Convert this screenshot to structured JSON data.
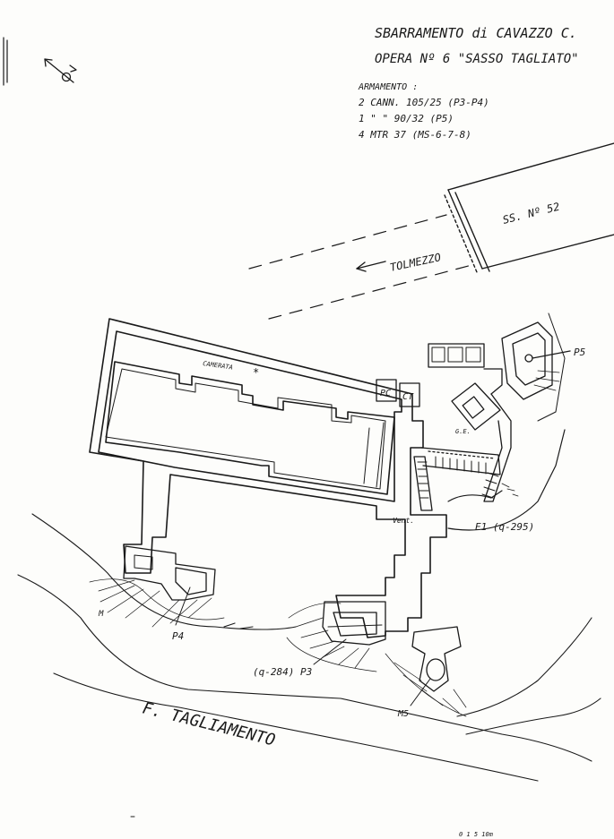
{
  "header": {
    "title": "SBARRAMENTO di CAVAZZO C.",
    "subtitle": "OPERA Nº 6 \"SASSO TAGLIATO\"",
    "armament_heading": "ARMAMENTO :",
    "armament_lines": [
      "2 CANN. 105/25 (P3-P4)",
      "1 \" \" 90/32 (P5)",
      "4 MTR 37 (MS-6-7-8)"
    ]
  },
  "road": {
    "label": "SS. Nº 52",
    "direction": "TOLMEZZO"
  },
  "rooms": {
    "camerata": "CAMERATA",
    "pc": "PC",
    "ct": "CT",
    "ge": "G.E.",
    "vent": "Vent."
  },
  "positions": {
    "p3": "(q-284) P3",
    "p4": "P4",
    "p5": "P5",
    "m": "M",
    "m5": "M5",
    "e1": "E1 (q-295)"
  },
  "river": {
    "label": "F. TAGLIAMENTO"
  },
  "footer": {
    "marks": "0 1   5   10m"
  },
  "colors": {
    "ink": "#1a1a1a",
    "paper": "#fdfdfb"
  }
}
